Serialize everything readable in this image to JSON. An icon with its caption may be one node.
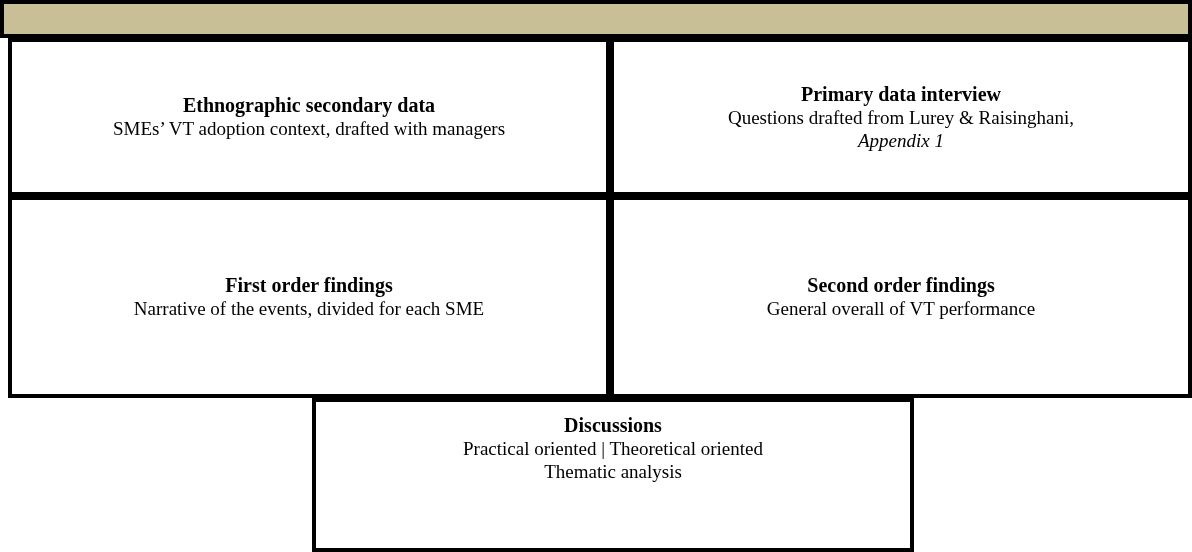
{
  "diagram": {
    "nodes": [
      {
        "text": [],
        "shape": "bar"
      },
      {
        "text": [
          "Ethnographic secondary data",
          "SMEs’ VT adoption context, drafted with managers"
        ]
      },
      {
        "text": [
          "Primary data interview",
          "Questions drafted from Lurey & Raisinghani, *Appendix 1*"
        ]
      },
      {
        "text": [
          "First order findings",
          "Narrative of the events, divided for each SME"
        ]
      },
      {
        "text": [
          "Second order findings",
          "General overall of VT performance"
        ]
      },
      {
        "text": [
          "Discussions",
          "Practical oriented | Theoretical oriented",
          "Thematic analysis"
        ]
      }
    ]
  }
}
